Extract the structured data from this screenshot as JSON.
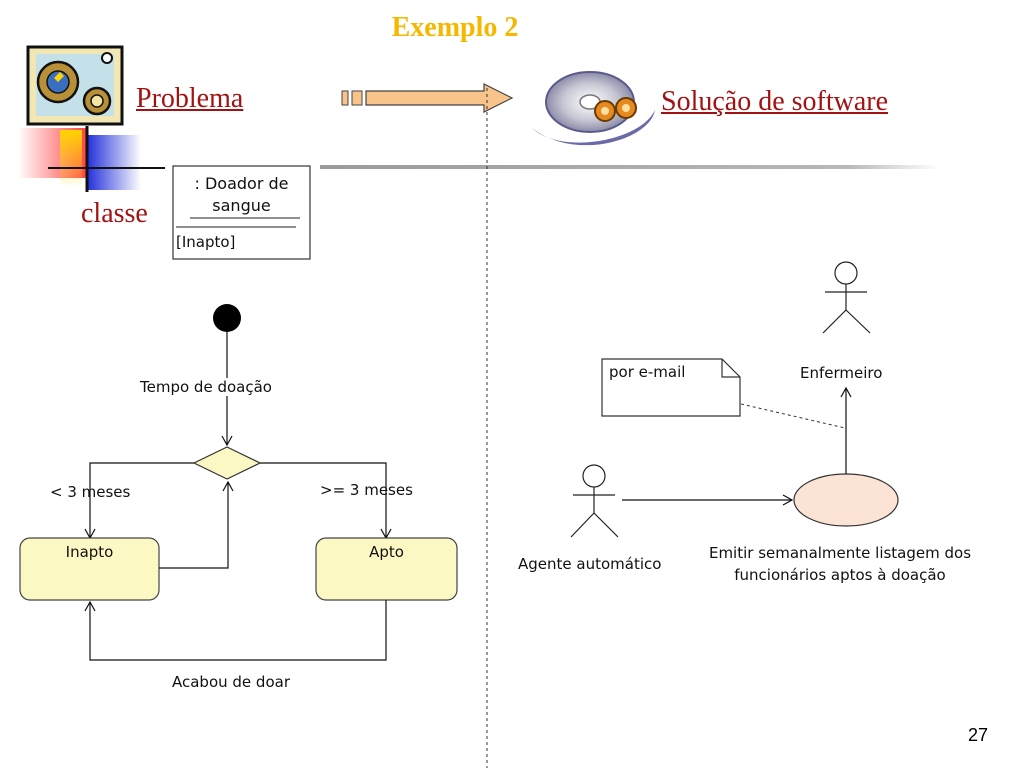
{
  "title": "Exemplo 2",
  "links": {
    "problem": "Problema",
    "solution": "Solução de software"
  },
  "class_label": "classe",
  "object_box": {
    "name_line1": ": Doador de",
    "name_line2": "sangue",
    "state": "[Inapto]"
  },
  "state_diagram": {
    "initial_transition": "Tempo de doação",
    "guard_left": "< 3 meses",
    "guard_right": ">= 3 meses",
    "state_inapto": "Inapto",
    "state_apto": "Apto",
    "back_transition": "Acabou de doar"
  },
  "use_case": {
    "note": "por e-mail",
    "actor_nurse": "Enfermeiro",
    "actor_agent": "Agente automático",
    "use_case_line1": "Emitir semanalmente listagem dos",
    "use_case_line2": "funcionários aptos à doação"
  },
  "page_number": "27",
  "colors": {
    "title": "#f5b800",
    "link": "#a31212",
    "state_fill": "#fcf8c4",
    "decision_fill": "#fcf8c4",
    "usecase_fill": "#fbe4d6",
    "arrow_fill": "#f9c48a"
  }
}
